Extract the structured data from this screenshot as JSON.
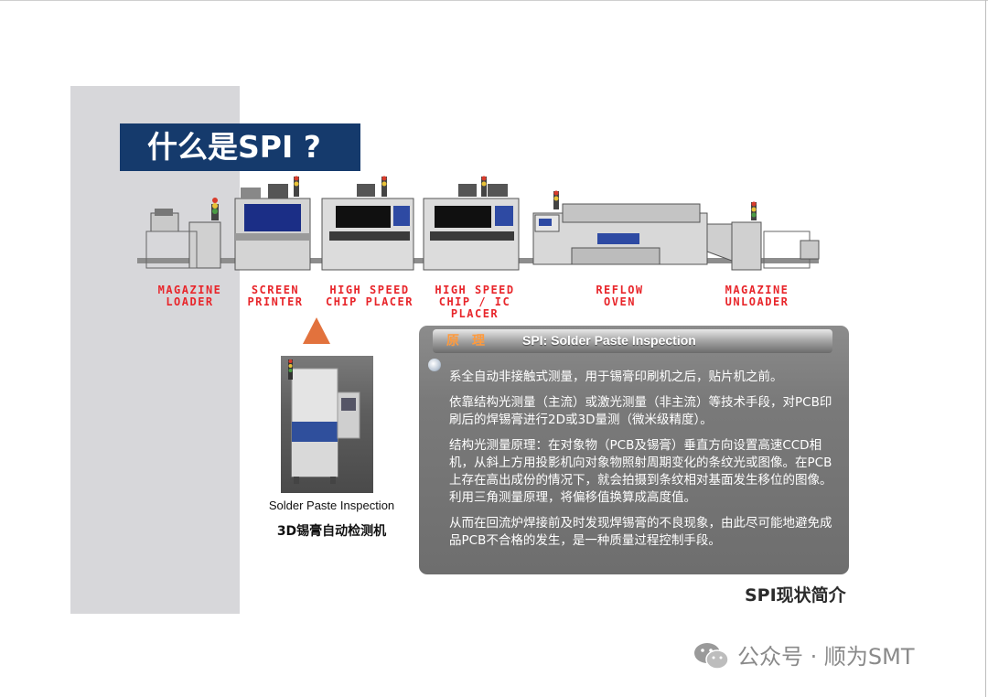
{
  "slide": {
    "title": "什么是SPI ?",
    "section_label": "SPI现状简介",
    "watermark": "公众号 · 顺为SMT"
  },
  "line_stations": [
    {
      "label": "MAGAZINE\nLOADER"
    },
    {
      "label": "SCREEN\nPRINTER"
    },
    {
      "label": "HIGH SPEED\nCHIP PLACER"
    },
    {
      "label": "HIGH SPEED\nCHIP / IC\nPLACER"
    },
    {
      "label": "REFLOW\nOVEN"
    },
    {
      "label": "MAGAZINE\nUNLOADER"
    }
  ],
  "spi_machine": {
    "caption_en": "Solder Paste Inspection",
    "caption_cn": "3D锡膏自动检测机"
  },
  "principle_panel": {
    "header_label": "原理",
    "header_title": "SPI:  Solder Paste Inspection",
    "paragraphs": [
      "系全自动非接触式测量，用于锡膏印刷机之后，贴片机之前。",
      "依靠结构光测量（主流）或激光测量（非主流）等技术手段，对PCB印刷后的焊锡膏进行2D或3D量测（微米级精度）。",
      "结构光测量原理：在对象物（PCB及锡膏）垂直方向设置高速CCD相机，从斜上方用投影机向对象物照射周期变化的条纹光或图像。在PCB上存在高出成份的情况下，就会拍摄到条纹相对基面发生移位的图像。利用三角测量原理，将偏移值换算成高度值。",
      "从而在回流炉焊接前及时发现焊锡膏的不良现象，由此尽可能地避免成品PCB不合格的发生，是一种质量过程控制手段。"
    ]
  },
  "colors": {
    "title_bg": "#153a6c",
    "station_label": "#e8262b",
    "arrow": "#e2723d",
    "panel_bg": "#7a7a7a",
    "header_label": "#ff9a3c"
  }
}
